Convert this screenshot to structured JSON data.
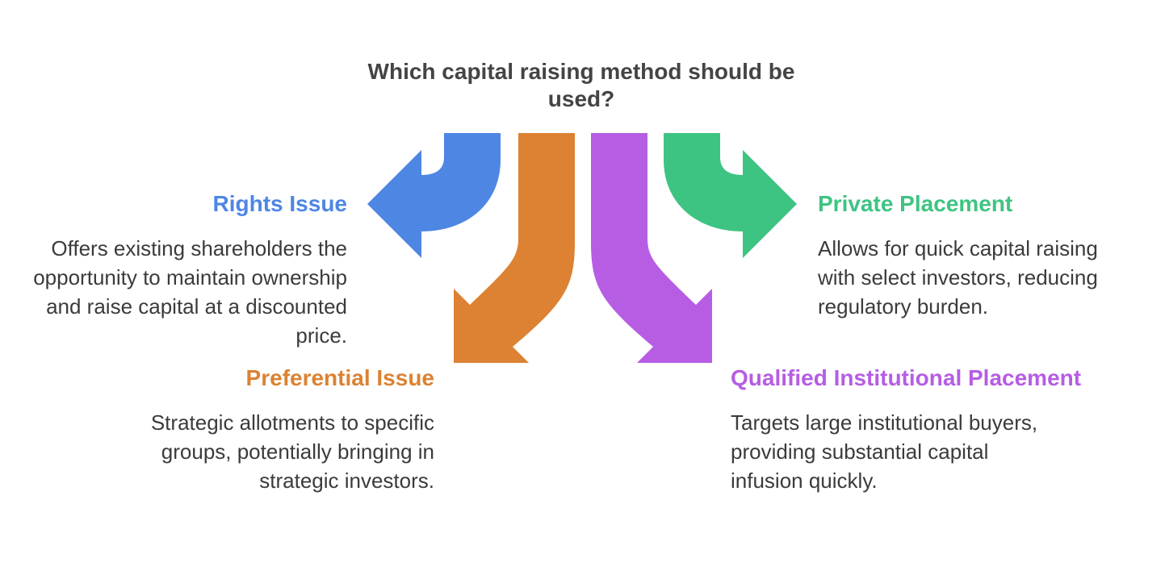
{
  "title": "Which capital raising method should be used?",
  "colors": {
    "rights": "#4e86e4",
    "preferential": "#dc8232",
    "qip": "#b65de4",
    "private": "#3ec482",
    "title": "#444444",
    "text": "#3b3b3b"
  },
  "options": {
    "rights": {
      "heading": "Rights Issue",
      "description": "Offers existing shareholders the opportunity to maintain ownership and raise capital at a discounted price."
    },
    "preferential": {
      "heading": "Preferential Issue",
      "description": "Strategic allotments to specific groups, potentially bringing in strategic investors."
    },
    "qip": {
      "heading": "Qualified Institutional Placement",
      "description": "Targets large institutional buyers, providing substantial capital infusion quickly."
    },
    "private": {
      "heading": "Private Placement",
      "description": "Allows for quick capital raising with select investors, reducing regulatory burden."
    }
  }
}
